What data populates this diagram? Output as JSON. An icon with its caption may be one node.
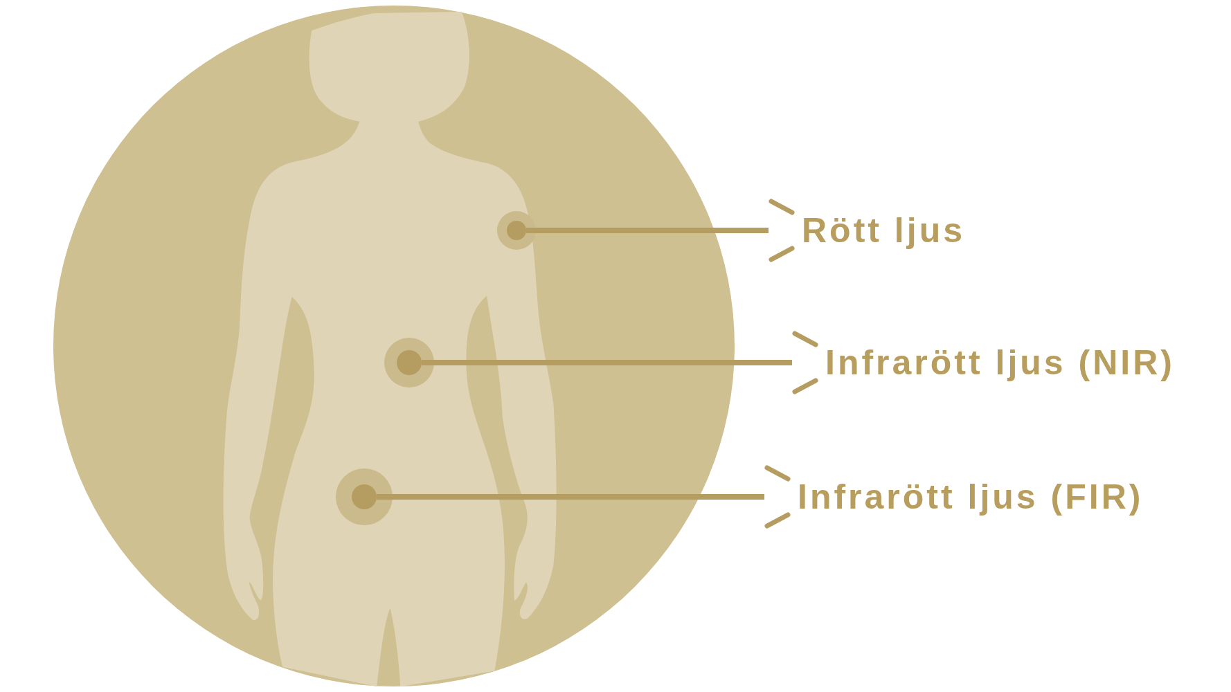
{
  "diagram": {
    "nodes": [
      {
        "text": [
          "Rött ljus"
        ]
      },
      {
        "text": [],
        "shape": "circle"
      },
      {
        "text": [
          "Infrarött ljus (NIR)"
        ]
      },
      {
        "text": [],
        "shape": "circle"
      },
      {
        "text": [
          "Infrarött ljus (FIR)"
        ]
      },
      {
        "text": [],
        "shape": "circle"
      }
    ],
    "edges": [
      {
        "from": 0,
        "to": 1,
        "arrow": "none"
      },
      {
        "from": 2,
        "to": 3,
        "arrow": "none"
      },
      {
        "from": 4,
        "to": 5,
        "arrow": "none"
      }
    ]
  }
}
